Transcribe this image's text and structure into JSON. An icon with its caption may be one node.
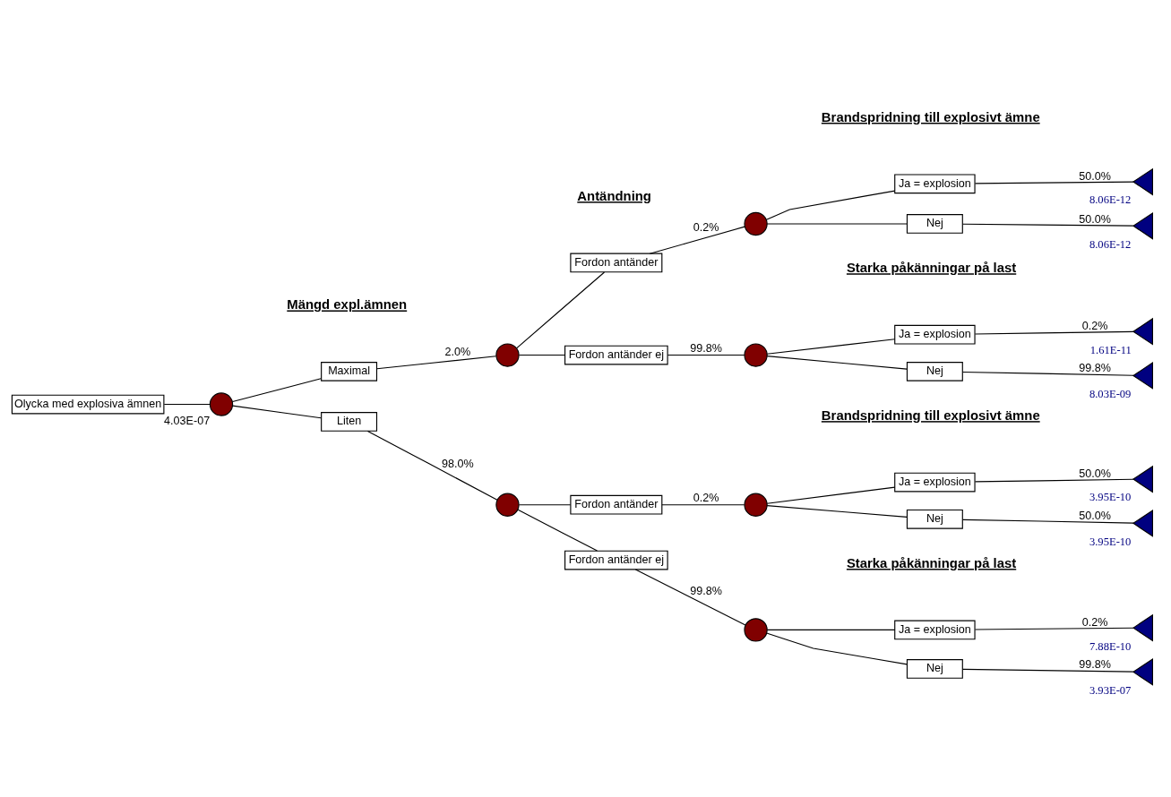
{
  "diagram": {
    "nodes": [
      {
        "text": [
          "Olycka med explosiva ämnen"
        ]
      },
      {
        "text": [],
        "shape": "circle",
        "beside": [
          "4.03E-07"
        ]
      },
      {
        "text": [
          "Maximal"
        ]
      },
      {
        "text": [],
        "shape": "circle"
      },
      {
        "text": [
          "Fordon antänder"
        ]
      },
      {
        "text": [],
        "shape": "circle"
      },
      {
        "text": [
          "Ja = explosion"
        ]
      },
      {
        "text": [],
        "shape": "triangle",
        "beside": [
          "8.06E-12"
        ]
      },
      {
        "text": [
          "Nej"
        ]
      },
      {
        "text": [],
        "shape": "triangle",
        "beside": [
          "8.06E-12"
        ]
      },
      {
        "text": [
          "Fordon antänder ej"
        ]
      },
      {
        "text": [],
        "shape": "circle"
      },
      {
        "text": [
          "Ja = explosion"
        ]
      },
      {
        "text": [],
        "shape": "triangle",
        "beside": [
          "1.61E-11"
        ]
      },
      {
        "text": [
          "Nej"
        ]
      },
      {
        "text": [],
        "shape": "triangle",
        "beside": [
          "8.03E-09"
        ]
      },
      {
        "text": [
          "Liten"
        ]
      },
      {
        "text": [],
        "shape": "circle"
      },
      {
        "text": [
          "Fordon antänder"
        ]
      },
      {
        "text": [],
        "shape": "circle"
      },
      {
        "text": [
          "Ja = explosion"
        ]
      },
      {
        "text": [],
        "shape": "triangle",
        "beside": [
          "3.95E-10"
        ]
      },
      {
        "text": [
          "Nej"
        ]
      },
      {
        "text": [],
        "shape": "triangle",
        "beside": [
          "3.95E-10"
        ]
      },
      {
        "text": [
          "Fordon antänder ej"
        ]
      },
      {
        "text": [],
        "shape": "circle"
      },
      {
        "text": [
          "Ja = explosion"
        ]
      },
      {
        "text": [],
        "shape": "triangle",
        "beside": [
          "7.88E-10"
        ]
      },
      {
        "text": [
          "Nej"
        ]
      },
      {
        "text": [],
        "shape": "triangle",
        "beside": [
          "3.93E-07"
        ]
      }
    ],
    "edges": [
      {
        "from": 0,
        "to": 1,
        "arrow": "none"
      },
      {
        "from": 1,
        "to": 2,
        "arrow": "none"
      },
      {
        "from": 1,
        "to": 16,
        "arrow": "none"
      },
      {
        "from": 2,
        "to": 3,
        "arrow": "none",
        "label": "2.0%"
      },
      {
        "from": 3,
        "to": 4,
        "arrow": "none"
      },
      {
        "from": 3,
        "to": 10,
        "arrow": "none"
      },
      {
        "from": 4,
        "to": 5,
        "arrow": "none",
        "label": "0.2%"
      },
      {
        "from": 5,
        "to": 6,
        "arrow": "none"
      },
      {
        "from": 5,
        "to": 8,
        "arrow": "none"
      },
      {
        "from": 6,
        "to": 7,
        "arrow": "none",
        "label": "50.0%"
      },
      {
        "from": 8,
        "to": 9,
        "arrow": "none",
        "label": "50.0%"
      },
      {
        "from": 10,
        "to": 11,
        "arrow": "none",
        "label": "99.8%"
      },
      {
        "from": 11,
        "to": 12,
        "arrow": "none"
      },
      {
        "from": 11,
        "to": 14,
        "arrow": "none"
      },
      {
        "from": 12,
        "to": 13,
        "arrow": "none",
        "label": "0.2%"
      },
      {
        "from": 14,
        "to": 15,
        "arrow": "none",
        "label": "99.8%"
      },
      {
        "from": 16,
        "to": 17,
        "arrow": "none",
        "label": "98.0%"
      },
      {
        "from": 17,
        "to": 18,
        "arrow": "none"
      },
      {
        "from": 17,
        "to": 24,
        "arrow": "none"
      },
      {
        "from": 18,
        "to": 19,
        "arrow": "none",
        "label": "0.2%"
      },
      {
        "from": 19,
        "to": 20,
        "arrow": "none"
      },
      {
        "from": 19,
        "to": 22,
        "arrow": "none"
      },
      {
        "from": 20,
        "to": 21,
        "arrow": "none",
        "label": "50.0%"
      },
      {
        "from": 22,
        "to": 23,
        "arrow": "none",
        "label": "50.0%"
      },
      {
        "from": 24,
        "to": 25,
        "arrow": "none",
        "label": "99.8%"
      },
      {
        "from": 25,
        "to": 26,
        "arrow": "none"
      },
      {
        "from": 25,
        "to": 28,
        "arrow": "none"
      },
      {
        "from": 26,
        "to": 27,
        "arrow": "none",
        "label": "0.2%"
      },
      {
        "from": 28,
        "to": 29,
        "arrow": "none",
        "label": "99.8%"
      }
    ],
    "labels": [
      "Brandspridning till explosivt ämne",
      "Antändning",
      "Mängd expl.ämnen",
      "Starka påkänningar på last",
      "Brandspridning till explosivt ämne",
      "Starka påkänningar på last"
    ]
  }
}
